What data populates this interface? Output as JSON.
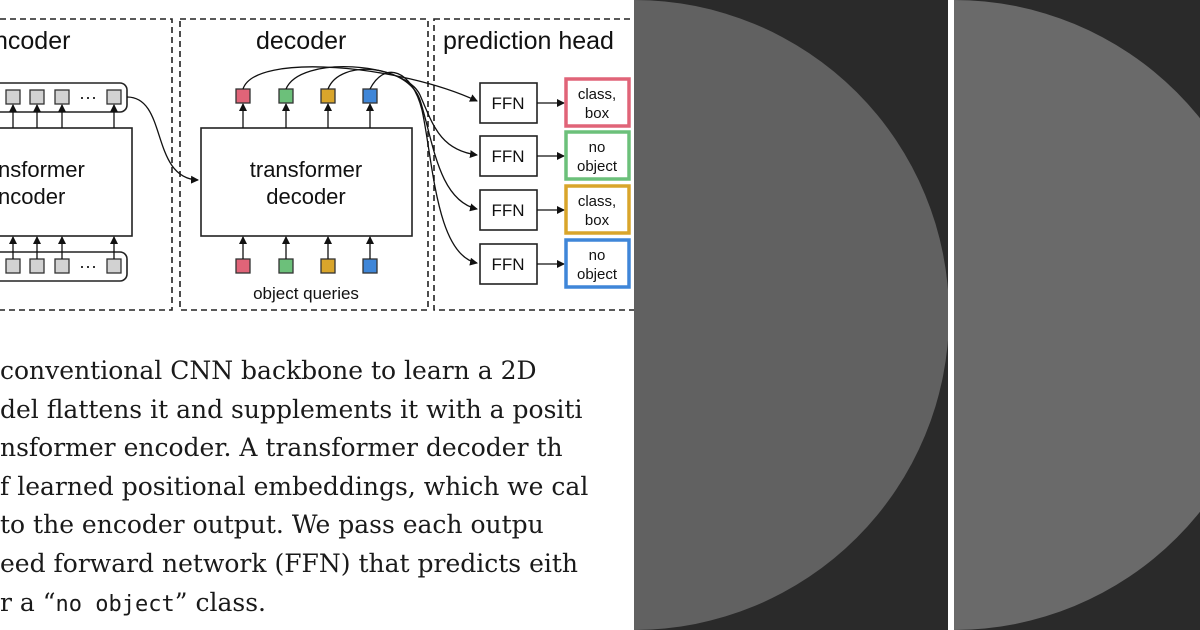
{
  "figure": {
    "encoder_header": "ncoder",
    "decoder_header": "decoder",
    "prediction_header": "prediction head",
    "encoder_block": [
      "nsformer",
      "ncoder"
    ],
    "decoder_block": [
      "transformer",
      "decoder"
    ],
    "object_queries_label": "object queries",
    "ellipsis": "···",
    "ffn_label": "FFN",
    "predictions": [
      {
        "line1": "class,",
        "line2": "box",
        "color": "#e06478"
      },
      {
        "line1": "no",
        "line2": "object",
        "color": "#6cc07a"
      },
      {
        "line1": "class,",
        "line2": "box",
        "color": "#d9a52b"
      },
      {
        "line1": "no",
        "line2": "object",
        "color": "#3f86d8"
      }
    ],
    "query_colors": [
      "#e06478",
      "#6cc07a",
      "#d9a52b",
      "#3f86d8"
    ]
  },
  "body_text": {
    "line1": " conventional CNN backbone to learn a 2D",
    "line2": "del flattens it and supplements it with a positi",
    "line3": "nsformer encoder. A transformer decoder th",
    "line4": "f learned positional embeddings, which we cal",
    "line5": " to the encoder output. We pass each outpu",
    "line6": "eed forward network (FFN) that predicts eith",
    "line7_prefix": "r a “",
    "line7_code": "no object",
    "line7_suffix": "” class."
  },
  "colors": {
    "dark_pane_background": "#2a2a2a",
    "circle_fill_1": "#616161",
    "circle_fill_2": "#6a6a6a"
  }
}
